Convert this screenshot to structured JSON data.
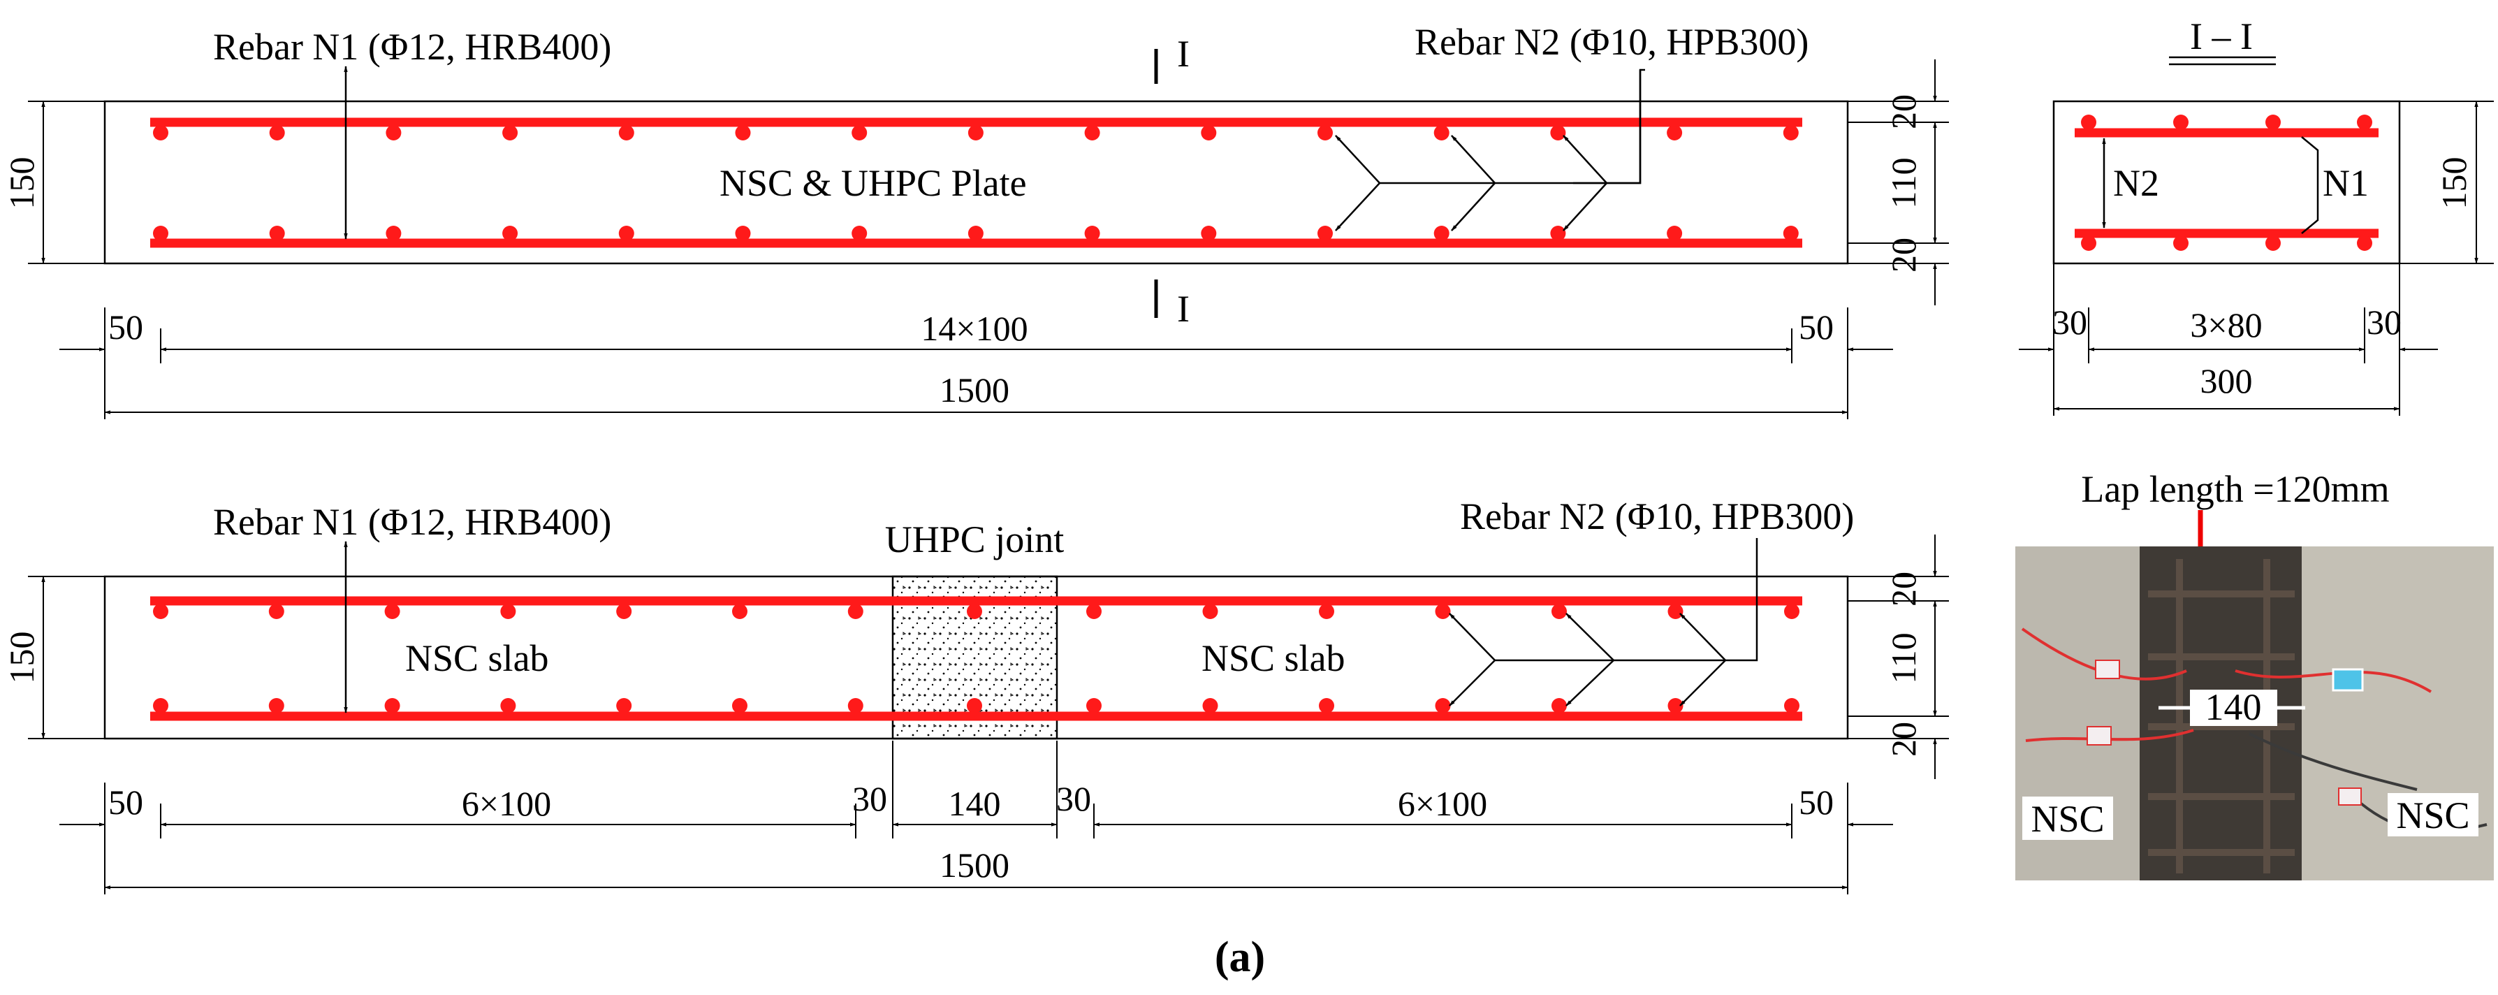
{
  "colors": {
    "rebar": "#ff1a1a",
    "line": "#000000",
    "background": "#ffffff"
  },
  "top_elevation": {
    "rebar_n1_label": "Rebar N1 (Φ12, HRB400)",
    "rebar_n2_label": "Rebar N2 (Φ10, HPB300)",
    "plate_label": "NSC & UHPC Plate",
    "section_mark": "I",
    "height_dim": "150",
    "cover_top_dim": "20",
    "core_dim": "110",
    "cover_bottom_dim": "20",
    "end_left_dim": "50",
    "spacing_dim": "14×100",
    "end_right_dim": "50",
    "total_dim": "1500"
  },
  "section": {
    "title": "I – I",
    "n2_label": "N2",
    "n1_label": "N1",
    "height_dim": "150",
    "cover_left_dim": "30",
    "spacing_dim": "3×80",
    "cover_right_dim": "30",
    "width_dim": "300"
  },
  "bottom_elevation": {
    "rebar_n1_label": "Rebar N1 (Φ12, HRB400)",
    "rebar_n2_label": "Rebar N2 (Φ10, HPB300)",
    "joint_label": "UHPC joint",
    "slab_left_label": "NSC slab",
    "slab_right_label": "NSC slab",
    "height_dim": "150",
    "cover_top_dim": "20",
    "core_dim": "110",
    "cover_bottom_dim": "20",
    "end_left_dim": "50",
    "left_spacing_dim": "6×100",
    "gap_left_dim": "30",
    "joint_dim": "140",
    "gap_right_dim": "30",
    "right_spacing_dim": "6×100",
    "end_right_dim": "50",
    "total_dim": "1500"
  },
  "photo": {
    "title": "Lap length =120mm",
    "width_label": "140",
    "left_label": "NSC",
    "right_label": "NSC"
  },
  "caption": "(a)"
}
